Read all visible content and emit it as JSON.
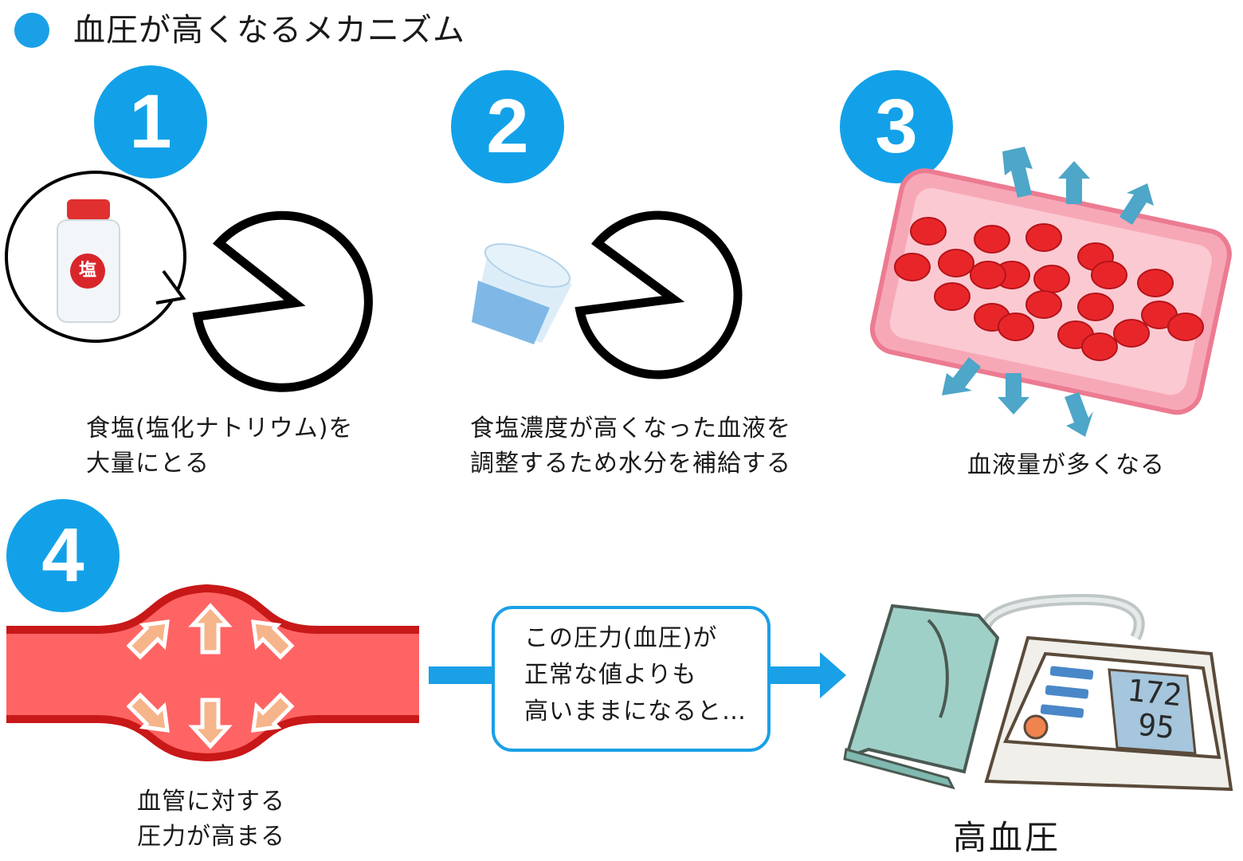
{
  "title": "血圧が高くなるメカニズム",
  "steps": [
    {
      "number": "1",
      "caption": "食塩(塩化ナトリウム)を\n大量にとる",
      "salt_label": "塩"
    },
    {
      "number": "2",
      "caption": "食塩濃度が高くなった血液を\n調整するため水分を補給する"
    },
    {
      "number": "3",
      "caption": "血液量が多くなる"
    },
    {
      "number": "4",
      "caption": "血管に対する\n圧力が高まる"
    }
  ],
  "callout": {
    "text": "この圧力(血圧)が\n正常な値よりも\n高いままになると…"
  },
  "result": {
    "label": "高血圧",
    "monitor_top": "172",
    "monitor_bottom": "95"
  },
  "colors": {
    "accent": "#1aa0e6",
    "vessel": "#ff6464",
    "vessel_edge": "#d41b1b",
    "arrow": "#4ea6c8"
  }
}
